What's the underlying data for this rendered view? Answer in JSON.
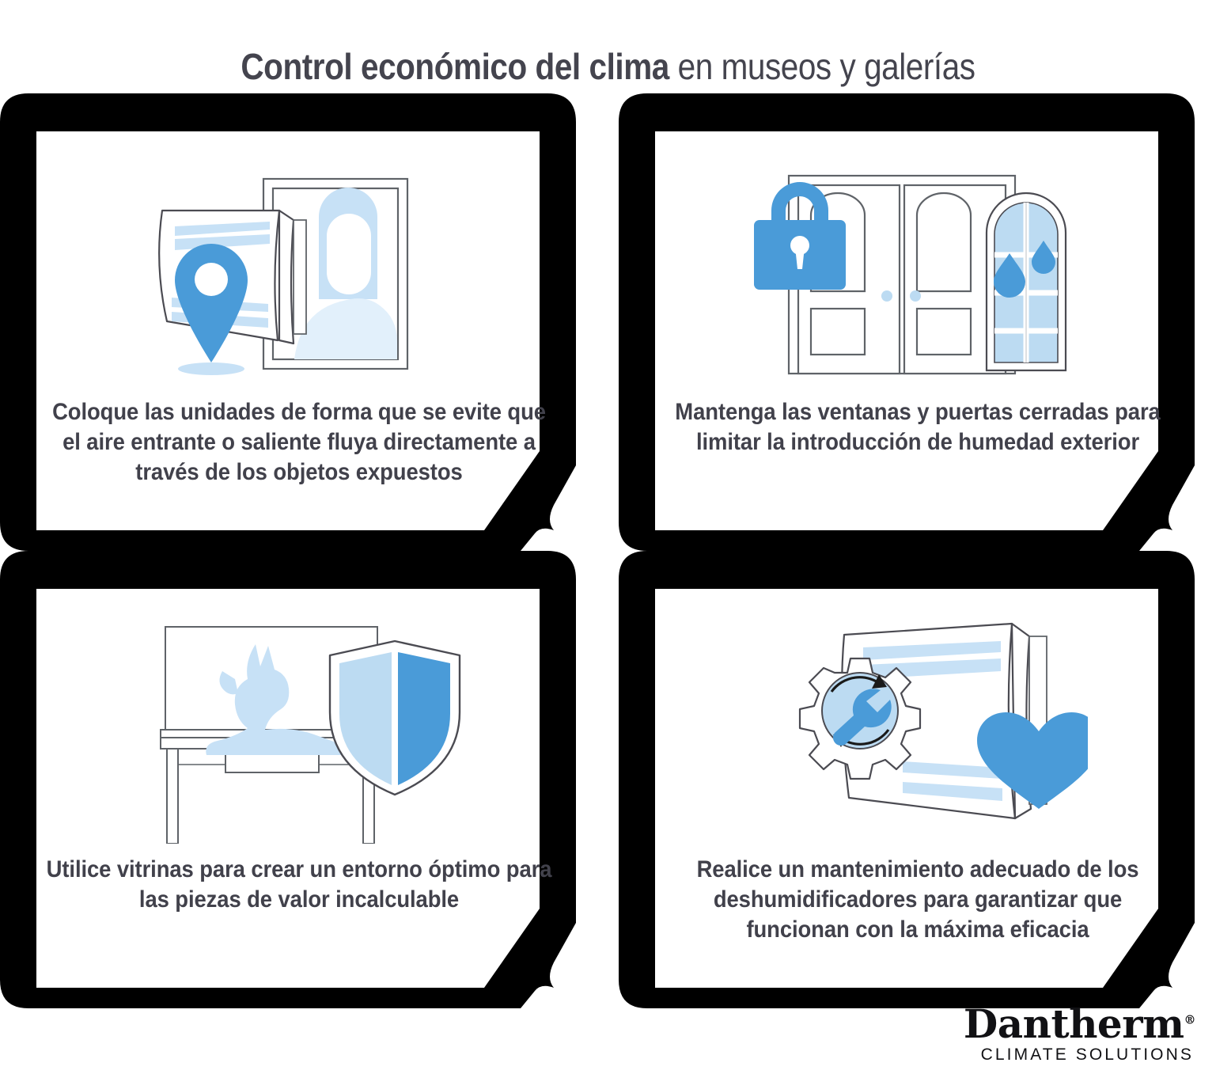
{
  "title": {
    "bold_part": "Control económico del clima",
    "light_part": " en museos y galerías"
  },
  "colors": {
    "accent_blue": "#4a9bd8",
    "light_blue": "#bcdbf2",
    "pale_blue": "#dcecf9",
    "frame_black": "#000000",
    "text_gray": "#41414b",
    "line_gray": "#5f6368"
  },
  "cards": [
    {
      "id": "placement",
      "illustration": "ac-unit-painting-location-pin",
      "caption": "Coloque las unidades de forma que se evite que el aire entrante o saliente fluya directamente a través de los objetos expuestos",
      "icons": [
        "location-pin-icon",
        "dehumidifier-icon",
        "framed-painting-icon"
      ]
    },
    {
      "id": "closed-openings",
      "illustration": "locked-doors-window-droplets",
      "caption": "Mantenga las ventanas y puertas cerradas para limitar la introducción de humedad exterior",
      "icons": [
        "padlock-icon",
        "double-door-icon",
        "arched-window-icon",
        "water-drop-icon"
      ]
    },
    {
      "id": "display-cases",
      "illustration": "display-case-anubis-shield",
      "caption": "Utilice vitrinas para crear un entorno óptimo para las piezas de valor incalculable",
      "icons": [
        "display-case-icon",
        "anubis-statue-icon",
        "shield-icon"
      ]
    },
    {
      "id": "maintenance",
      "illustration": "dehumidifier-gear-wrench-heart",
      "caption": "Realice un mantenimiento adecuado de los deshumidificadores para garantizar que funcionan con la máxima eficacia",
      "icons": [
        "gear-icon",
        "wrench-icon",
        "heart-icon",
        "dehumidifier-icon",
        "refresh-arrows-icon"
      ]
    }
  ],
  "logo": {
    "brand": "Dantherm",
    "registered": "®",
    "tagline": "CLIMATE SOLUTIONS"
  }
}
